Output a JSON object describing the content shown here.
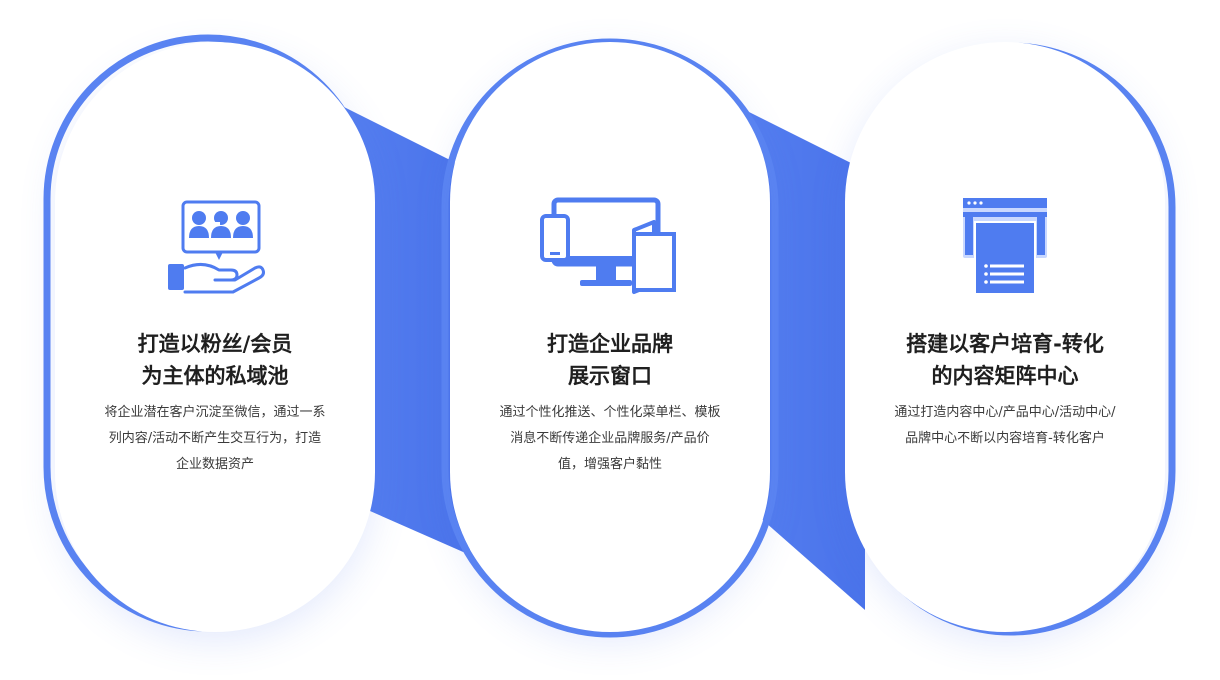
{
  "colors": {
    "accent": "#5b85f3",
    "accent_dark": "#4a73ea",
    "ring": "#5a84f2",
    "icon": "#4f7cf0",
    "icon_light": "#c9d8ff",
    "title": "#1f1f1f",
    "text": "#3a3a3a"
  },
  "cards": [
    {
      "icon": "community-hand-icon",
      "title_line1": "打造以粉丝/会员",
      "title_line2": "为主体的私域池",
      "description": "将企业潜在客户沉淀至微信，通过一系列内容/活动不断产生交互行为，打造企业数据资产"
    },
    {
      "icon": "multi-device-icon",
      "title_line1": "打造企业品牌",
      "title_line2": "展示窗口",
      "description": "通过个性化推送、个性化菜单栏、模板消息不断传递企业品牌服务/产品价值，增强客户黏性"
    },
    {
      "icon": "content-window-icon",
      "title_line1": "搭建以客户培育-转化",
      "title_line2": "的内容矩阵中心",
      "description": "通过打造内容中心/产品中心/活动中心/品牌中心不断以内容培育-转化客户"
    }
  ]
}
